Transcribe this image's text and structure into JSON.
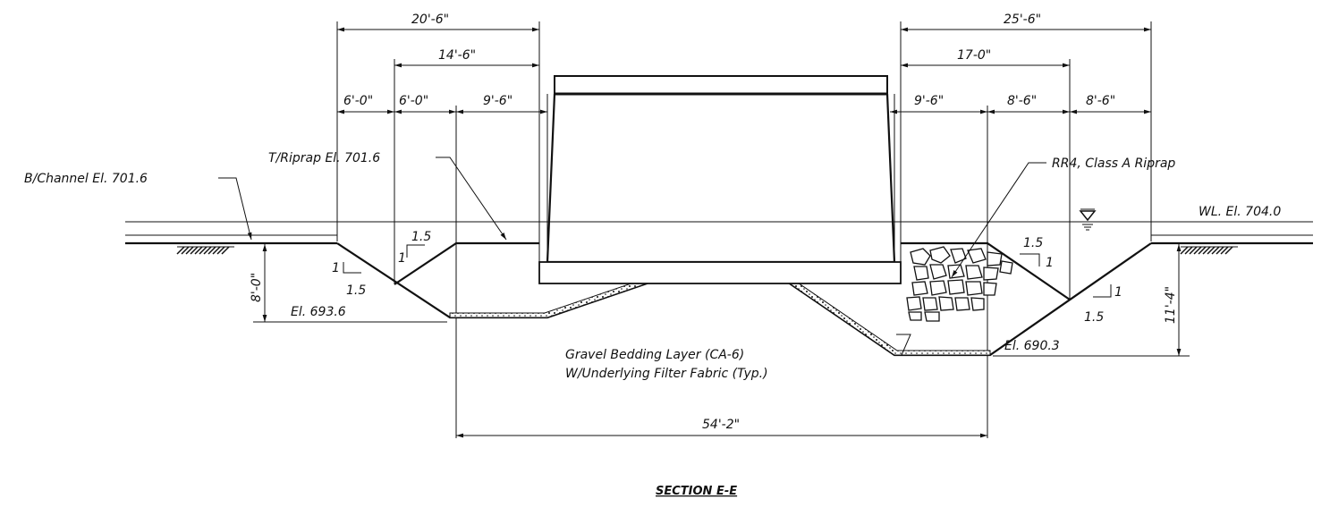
{
  "title": "SECTION E-E",
  "dimensions": {
    "left_overall": "20'-6\"",
    "left_mid": "14'-6\"",
    "left_a": "6'-0\"",
    "left_b": "6'-0\"",
    "left_c": "9'-6\"",
    "right_overall": "25'-6\"",
    "right_mid": "17-0\"",
    "right_a": "9'-6\"",
    "right_b": "8'-6\"",
    "right_c": "8'-6\"",
    "bottom": "54'-2\"",
    "left_depth": "8'-0\"",
    "right_depth": "11'-4\""
  },
  "labels": {
    "channel_bottom": "B/Channel El. 701.6",
    "riprap_top": "T/Riprap El. 701.6",
    "riprap_class": "RR4, Class A Riprap",
    "water_level": "WL. El. 704.0",
    "elev_left": "El. 693.6",
    "elev_right": "El. 690.3",
    "gravel_line1": "Gravel Bedding Layer (CA-6)",
    "gravel_line2": "W/Underlying Filter Fabric (Typ.)"
  },
  "slopes": {
    "rise": "1",
    "run": "1.5"
  }
}
